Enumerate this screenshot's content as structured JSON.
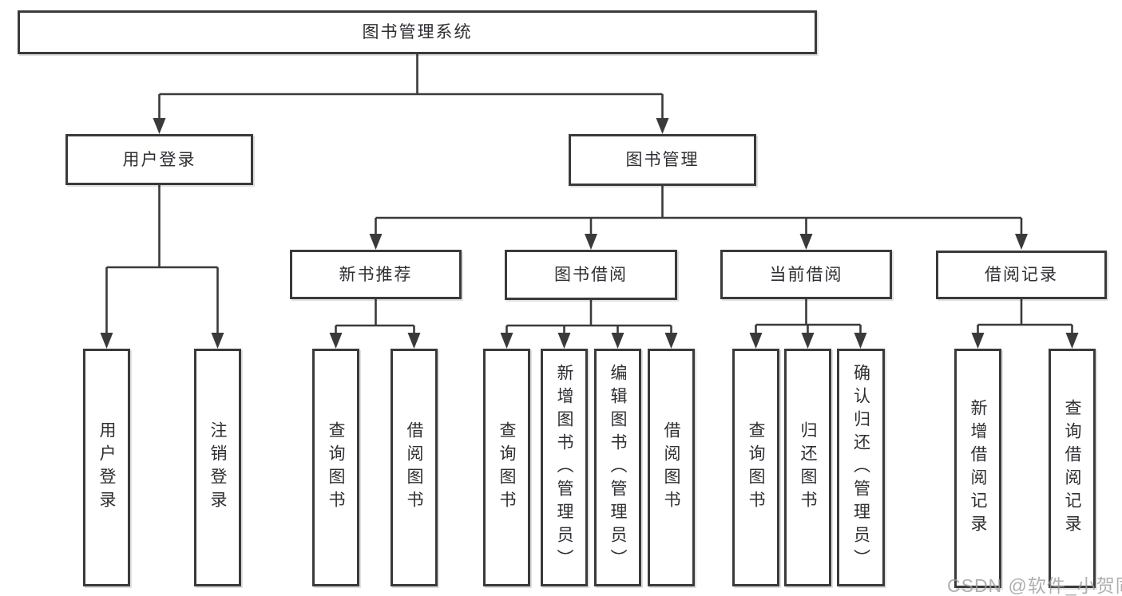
{
  "diagram": {
    "root": {
      "label": "图书管理系统"
    },
    "branches": {
      "user_login": {
        "label": "用户登录"
      },
      "book_mgmt": {
        "label": "图书管理"
      },
      "new_book_rec": {
        "label": "新书推荐"
      },
      "book_borrow": {
        "label": "图书借阅"
      },
      "current_borrow": {
        "label": "当前借阅"
      },
      "borrow_records": {
        "label": "借阅记录"
      }
    },
    "leaves": {
      "user_login": {
        "label": "用户登录"
      },
      "logout": {
        "label": "注销登录"
      },
      "query_books_rec": {
        "label": "查询图书"
      },
      "borrow_books_rec": {
        "label": "借阅图书"
      },
      "query_books_borrow": {
        "label": "查询图书"
      },
      "add_book_admin": {
        "label": "新增图书（管理员）"
      },
      "edit_book_admin": {
        "label": "编辑图书（管理员）"
      },
      "borrow_books_borrow": {
        "label": "借阅图书"
      },
      "query_books_current": {
        "label": "查询图书"
      },
      "return_book": {
        "label": "归还图书"
      },
      "confirm_return_admin": {
        "label": "确认归还（管理员）"
      },
      "add_borrow_record": {
        "label": "新增借阅记录"
      },
      "query_borrow_record": {
        "label": "查询借阅记录"
      }
    }
  },
  "watermark": {
    "text": "CSDN @软件_小贺同学"
  },
  "colors": {
    "line": "#3a3a3a",
    "text": "#2d2f33",
    "watermark": "#9e9e9e",
    "background": "#ffffff"
  }
}
